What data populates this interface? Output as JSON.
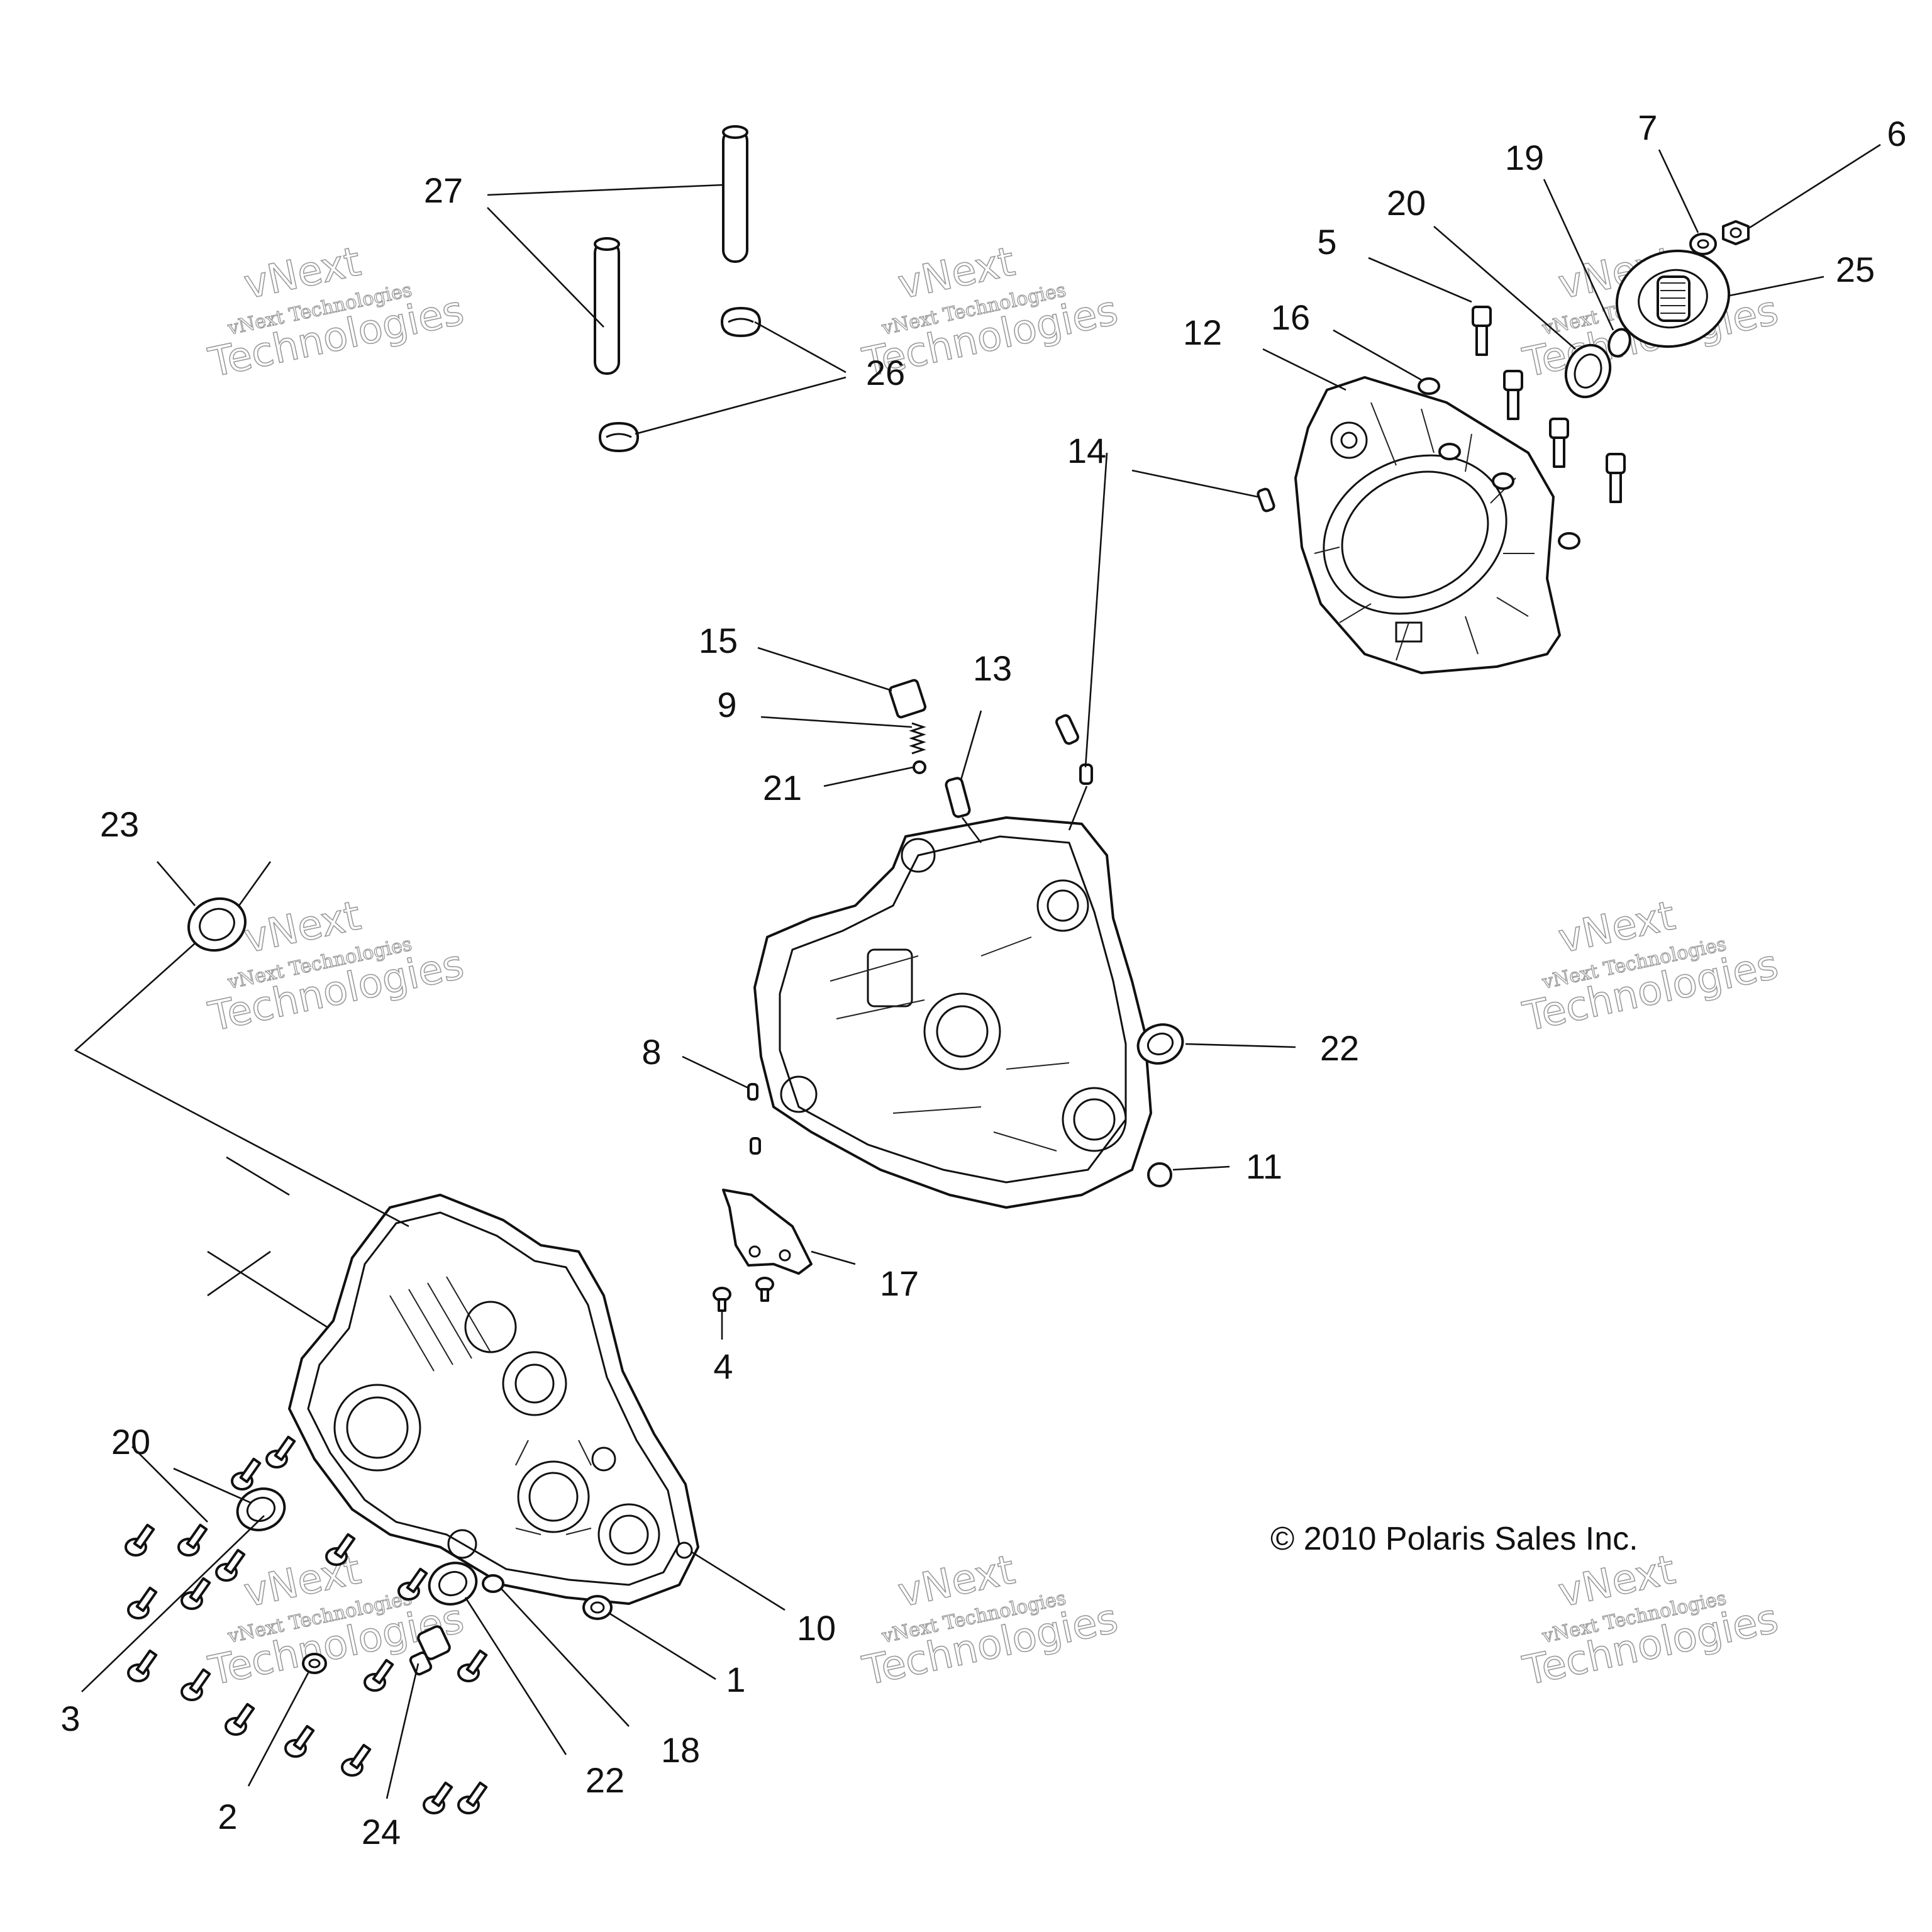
{
  "callouts": [
    "27",
    "26",
    "12",
    "16",
    "5",
    "20",
    "19",
    "7",
    "6",
    "25",
    "14",
    "15",
    "9",
    "13",
    "21",
    "23",
    "8",
    "22",
    "11",
    "17",
    "4",
    "20",
    "3",
    "2",
    "24",
    "22",
    "18",
    "1",
    "10"
  ],
  "copyright": "© 2010 Polaris Sales Inc.",
  "watermark": {
    "line1": "vNext",
    "line2": "vNext Technologies",
    "line3": "Technologies"
  }
}
